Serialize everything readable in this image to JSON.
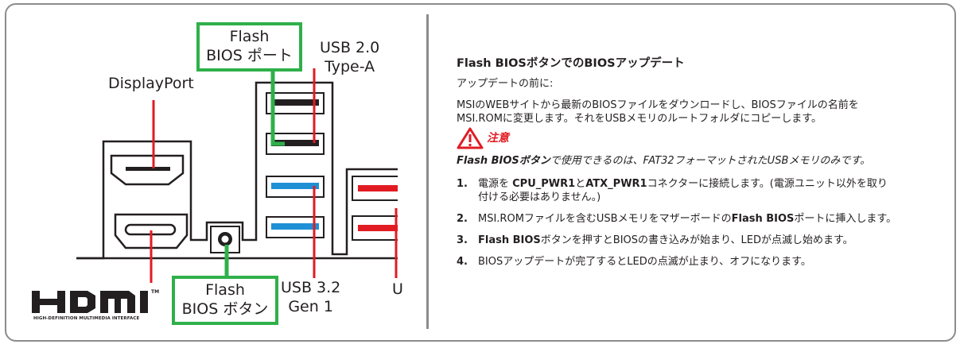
{
  "labels": {
    "flash_port": [
      "Flash",
      "BIOS ポート"
    ],
    "usb20": [
      "USB 2.0",
      "Type-A"
    ],
    "displayport": "DisplayPort",
    "flash_button": [
      "Flash",
      "BIOS ボタン"
    ],
    "usb32": [
      "USB 3.2",
      "Gen 1"
    ],
    "usb_cut": "U",
    "hdmi_logo": "HDMI",
    "hdmi_tm": "TM",
    "hdmi_tagline": "HIGH-DEFINITION MULTIMEDIA INTERFACE"
  },
  "colors": {
    "green_callout": "#2fb04a",
    "red_leader": "#e21b23",
    "usb_blue": "#1e90d6",
    "usb_red": "#e21b23",
    "frame_gray": "#8c8c8c"
  },
  "content": {
    "heading": "Flash BIOSボタンでのBIOSアップデート",
    "intro": "アップデートの前に:",
    "prep_line1": "MSIのWEBサイトから最新のBIOSファイルをダウンロードし、BIOSファイルの名前を",
    "prep_line2": "MSI.ROMに変更します。それをUSBメモリのルートフォルダにコピーします。",
    "warning_title": "注意",
    "warning_icon": "warning-triangle-icon",
    "note_bold": "Flash BIOSボタン",
    "note_rest": "で使用できるのは、FAT32フォーマットされたUSBメモリのみです。",
    "steps": [
      {
        "num": "1.",
        "line1_pre": "電源を ",
        "line1_b1": "CPU_PWR1",
        "line1_mid": "と",
        "line1_b2": "ATX_PWR1",
        "line1_post": "コネクターに接続します。(電源ユニット以外を取り",
        "line2": "付ける必要はありません。)"
      },
      {
        "num": "2.",
        "pre": "MSI.ROMファイルを含むUSBメモリをマザーボードの",
        "bold": "Flash BIOS",
        "post": "ポートに挿入します。"
      },
      {
        "num": "3.",
        "bold": "Flash BIOS",
        "post": "ボタンを押すとBIOSの書き込みが始まり、LEDが点滅し始めます。"
      },
      {
        "num": "4.",
        "text": "BIOSアップデートが完了するとLEDの点滅が止まり、オフになります。"
      }
    ]
  }
}
